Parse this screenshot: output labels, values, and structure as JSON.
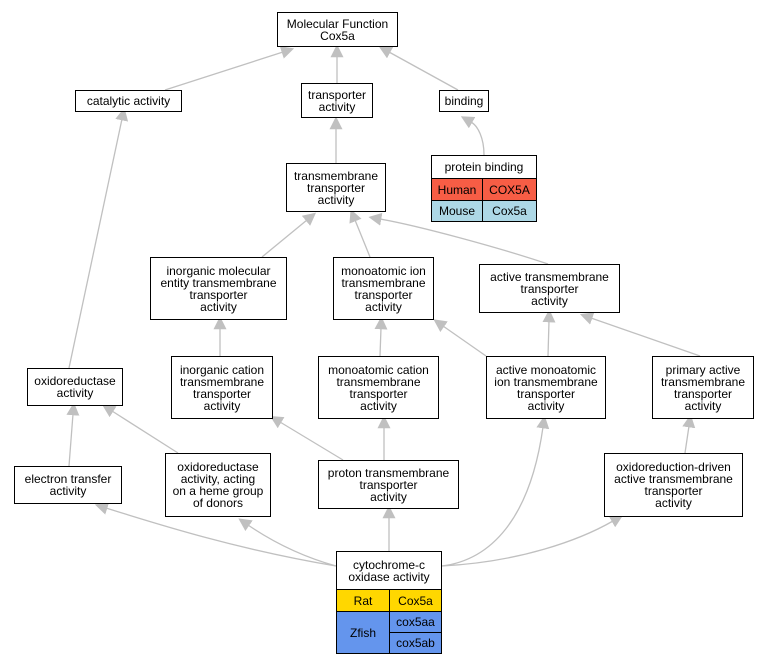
{
  "diagram": {
    "nodes": {
      "molecular_function": [
        "Molecular Function",
        "Cox5a"
      ],
      "catalytic_activity": [
        "catalytic activity"
      ],
      "transporter_activity": [
        "transporter",
        "activity"
      ],
      "binding": [
        "binding"
      ],
      "transmembrane_transporter": [
        "transmembrane",
        "transporter",
        "activity"
      ],
      "inorganic_molecular": [
        "inorganic molecular",
        "entity transmembrane",
        "transporter",
        "activity"
      ],
      "monoatomic_ion": [
        "monoatomic ion",
        "transmembrane",
        "transporter",
        "activity"
      ],
      "active_transmembrane": [
        "active transmembrane",
        "transporter",
        "activity"
      ],
      "inorganic_cation": [
        "inorganic cation",
        "transmembrane",
        "transporter",
        "activity"
      ],
      "monoatomic_cation": [
        "monoatomic cation",
        "transmembrane",
        "transporter",
        "activity"
      ],
      "active_monoatomic": [
        "active monoatomic",
        "ion transmembrane",
        "transporter",
        "activity"
      ],
      "primary_active": [
        "primary active",
        "transmembrane",
        "transporter",
        "activity"
      ],
      "oxidoreductase_activity": [
        "oxidoreductase",
        "activity"
      ],
      "electron_transfer": [
        "electron transfer",
        "activity"
      ],
      "oxidoreductase_heme": [
        "oxidoreductase",
        "activity, acting",
        "on a heme group",
        "of donors"
      ],
      "proton_transmembrane": [
        "proton transmembrane",
        "transporter",
        "activity"
      ],
      "oxidoreduction_driven": [
        "oxidoreduction-driven",
        "active transmembrane",
        "transporter",
        "activity"
      ]
    },
    "protein_binding": {
      "title": "protein binding",
      "rows": [
        {
          "species": "Human",
          "gene": "COX5A"
        },
        {
          "species": "Mouse",
          "gene": "Cox5a"
        }
      ]
    },
    "cytochrome": {
      "title": [
        "cytochrome-c",
        "oxidase activity"
      ],
      "rat": {
        "species": "Rat",
        "gene": "Cox5a"
      },
      "zfish": {
        "species": "Zfish",
        "genes": [
          "cox5aa",
          "cox5ab"
        ]
      }
    },
    "colors": {
      "human": "#f75d45",
      "mouse": "#add8e6",
      "rat": "#ffd700",
      "zfish": "#6495ed",
      "edge": "#c0c0c0"
    }
  }
}
